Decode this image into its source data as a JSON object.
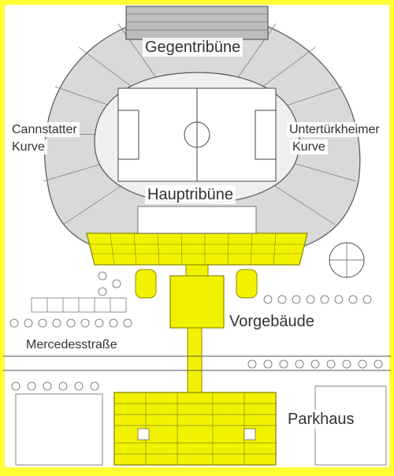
{
  "labels": {
    "gegentribuene": "Gegentribüne",
    "cannstatter_line1": "Cannstatter",
    "cannstatter_line2": "Kurve",
    "untertuerkheimer_line1": "Untertürkheimer",
    "untertuerkheimer_line2": "Kurve",
    "haupttribuene": "Hauptribüne",
    "vorgebaeude": "Vorgebäude",
    "mercedesstrasse": "Mercedesstraße",
    "parkhaus": "Parkhaus"
  },
  "colors": {
    "frame": "#ffff33",
    "highlight": "#f2f200",
    "highlight_stroke": "#8a8a00",
    "line": "#555555",
    "field": "#ffffff",
    "track": "#e8e8e8",
    "stands": "#d0d0d0",
    "paper": "#ffffff"
  }
}
